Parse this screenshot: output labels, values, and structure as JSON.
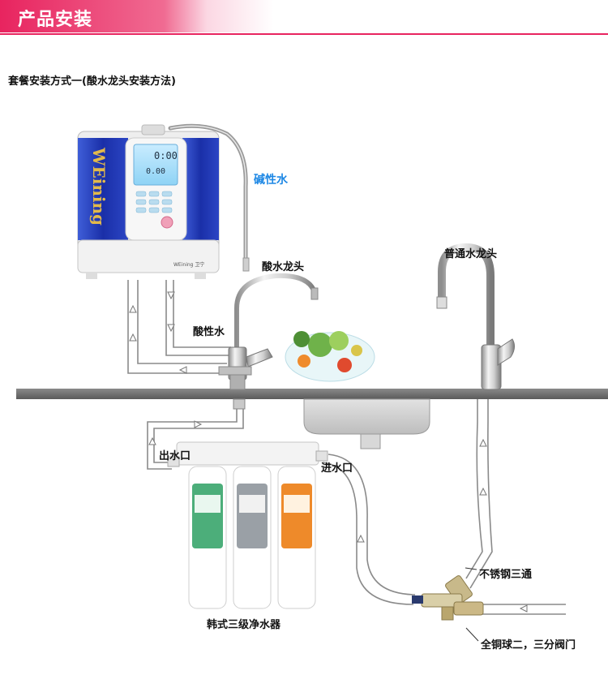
{
  "banner": {
    "title": "产品安装"
  },
  "subtitle": "套餐安装方式一(酸水龙头安装方法)",
  "device": {
    "brand_vertical": "WEining",
    "brand_small": "WEining 卫宁"
  },
  "labels": {
    "alkaline_water": "碱性水",
    "acid_faucet": "酸水龙头",
    "acidic_water": "酸性水",
    "normal_faucet": "普通水龙头",
    "outlet": "出水口",
    "inlet": "进水口",
    "stainless_tee": "不锈钢三通",
    "purifier": "韩式三级净水器",
    "valve": "全铜球二，三分阀门"
  },
  "colors": {
    "banner": "#e8245f",
    "accent_blue": "#1e88e5",
    "device_blue": "#1a2fa8",
    "counter": "#6e6e6e"
  }
}
